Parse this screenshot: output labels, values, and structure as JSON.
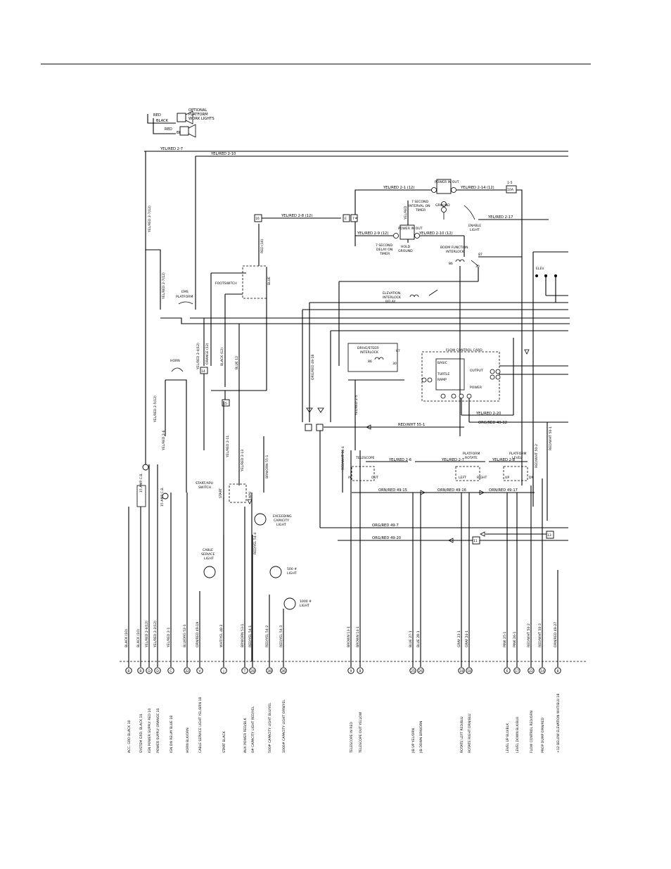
{
  "top_wires": {
    "yel_red_2_7": "YEL/RED 2-7",
    "yel_red_2_10": "YEL/RED 2-10"
  },
  "work_lights": {
    "title_1": "OPTIONAL",
    "title_2": "PLATFORM",
    "title_3": "WORK LIGHTS",
    "red_a": "RED",
    "black_a": "BLACK",
    "red_b": "RED",
    "black_b": "BLACK"
  },
  "timer_block": {
    "wire_2_1": "YEL/RED 2-1 (12)",
    "wire_2_14": "YEL/RED 2-14 (12)",
    "wire_2_8": "YEL/RED 2-8 (12)",
    "wire_2_9": "YEL/RED 2-9 (12)",
    "wire_2_10": "YEL/RED 2-10 (12)",
    "wire_2_11": "YEL/RED",
    "wire_2_17": "YEL/RED 2-17",
    "interval_1": "7 SECOND",
    "interval_2": "INTERVAL ON",
    "interval_3": "TIMER",
    "delay_1": "7 SECOND",
    "delay_2": "DELAY ON",
    "delay_3": "TIMER",
    "power_in_out": "POWER IN OUT",
    "ground": "GROUND",
    "hold": "HOLD",
    "fuse_label": "1-5",
    "fuse_box": "10A",
    "connector_16": "16",
    "connector_e": "E",
    "connector_7": "7",
    "enable_light_1": "ENABLE",
    "enable_light_2": "LIGHT"
  },
  "boom_function": {
    "title_1": "BOOM FUNCTION",
    "title_2": "INTERLOCK",
    "pin_87": "87",
    "pin_86": "86",
    "pin_30": "30",
    "elev": "ELEV"
  },
  "platform": {
    "ems_1": "EMS",
    "ems_2": "PLATFORM",
    "footswitch": "FOOTSWITCH",
    "red_16": "RED (16)",
    "blue": "BLUE",
    "yel_red_2_4": "YEL/RED 2-4(12)",
    "orange_12": "ORANGE (12)",
    "black_12": "BLACK (12)",
    "blue_12": "BLUE 12",
    "yel_red_2_7_12a": "YEL/RED 2-7(12)",
    "yel_red_2_7_12b": "YEL/RED 2-7(12)",
    "yel_red_2_5": "YEL/RED 2-5(12)",
    "yel_red_2_6": "YEL/RED 2-6",
    "horn": "HORN",
    "connector_14": "14",
    "connector_15": "15"
  },
  "elevation_relay": {
    "title_1": "ELEVATION",
    "title_2": "INTERLOCK",
    "title_3": "RELAY",
    "org_red_49_18": "ORG/RED 49-18",
    "yel_red_2_5": "YEL/RED 2-5"
  },
  "drive_steer": {
    "title_1": "DRIVE/STEER",
    "title_2": "INTERLOCK",
    "pin_87": "87",
    "pin_86": "86",
    "pin_30": "30"
  },
  "flow_card": {
    "title": "FLOW CONTROL CARD",
    "basic": "BASIC",
    "tur": "TURTLE",
    "ramp": "RAMP",
    "out": "OUTPUT",
    "power": "POWER",
    "wire_2_20": "YEL/RED 2-20",
    "wire_49_12": "ORG/RED 49-12"
  },
  "function_switches": {
    "telescope": "TELESCOPE",
    "platform_rotate_1": "PLATFORM",
    "platform_rotate_2": "ROTATE",
    "platform_level_1": "PLATFORM",
    "platform_level_2": "LEVEL",
    "wire_2_6": "YEL/RED 2-6",
    "wire_2_7": "YEL/RED 2-7",
    "wire_2_8": "YEL/RED 2-8",
    "org_red_49_15": "ORN/RED 49-15",
    "org_red_49_16": "ORN/RED 49-16",
    "org_red_49_17": "ORN/RED 49-17",
    "red_wht_55_1": "RED/WHT 55-1",
    "red_wht_50_4": "RED/WHT 50-4",
    "red_wht_50_1": "RED/WHT 50-1",
    "red_wht_50_2": "RED/WHT 50-2",
    "org_red_49_7": "ORG/RED 49-7",
    "org_red_49_20": "ORG/RED 49-20",
    "in": "IN",
    "out": "OUT",
    "left": "LEFT",
    "right": "RIGHT",
    "up": "UP",
    "dn": "DN",
    "connector_11": "11",
    "connector_13": "13"
  },
  "lower_left": {
    "breaker_15a_1": "15 AMP C.B.",
    "breaker_15a_2": "15 AMP C.B.",
    "start_apu_1": "START/APU",
    "start_apu_2": "SWITCH",
    "start": "START",
    "apu": "APU",
    "yel_red_2_11": "YEL/RED 2-11",
    "yel_red_2_13": "YEL/RED 2-13",
    "brn_orn_55_1": "BRN/ORN 55-1",
    "exceeding_1": "EXCEEDING",
    "exceeding_2": "CAPACITY",
    "exceeding_3": "LIGHT",
    "red_yel_54_4": "RED/YEL 54-4",
    "cable_1": "CABLE",
    "cable_2": "SERVICE",
    "cable_3": "LIGHT",
    "light_500_1": "500 #",
    "light_500_2": "LIGHT",
    "light_1000_1": "1000 #",
    "light_1000_2": "LIGHT"
  },
  "bottom_wires": [
    "BLACK (10)",
    "BLACK (10)",
    "YEL/RED 2-6(12)",
    "YEL/RED 2-2(12)",
    "YEL/RED 2-1",
    "BLU/ORG 52-1",
    "ORN/RED 49-19",
    "WHT/YEL 48-2",
    "BRN/ORN 53-1",
    "RED/YEL 54-1",
    "RED/YEL 54-2",
    "RED/YEL 54-3",
    "BROWN 13-1",
    "BROWN 14-1",
    "BLUE 27-1",
    "BLUE 28-1",
    "GRAY 23-1",
    "GRAY 24-1",
    "PINK 25-1",
    "PINK 26-1",
    "RED/WHT 50-2",
    "RED/WHT 50-3",
    "ORN/RED 49-27"
  ],
  "terminals": [
    "B",
    "B",
    "D",
    "D",
    "C",
    "32",
    "V",
    "J",
    "T",
    "28",
    "38",
    "36",
    "9",
    "8",
    "25",
    "26",
    "18",
    "18",
    "6",
    "17",
    "22",
    "14",
    "8"
  ],
  "terminal_labels": [
    "ACC. GRD BLACK 10",
    "SYSTEM GRD. BLACK 10",
    "IGN POWER SUPPLY RED 10",
    "POWER SUPPLY ORANGE 10",
    "IGN ON RELAY BLUE 18",
    "HORN BLK/ORN",
    "CABLE SERVICE LIGHT YEL/BRN 18",
    "START BLACK",
    "AUX POWER RED/BLK",
    "0# CAPACITY LIGHT RED/YEL",
    "500# CAPACITY LIGHT BLU/YEL",
    "1000# CAPACITY LIGHT ORN/YEL",
    "TELESCOPE IN RED",
    "TELESCOPE OUT YELLOW",
    "JIB UP YEL/ORN",
    "JIB DOWN BRN/ORN",
    "ROTATE LEFT RED/BLU",
    "ROTATE RIGHT ORN/BLU",
    "LEVEL UP BLU/BLK",
    "LEVEL DOWN BLK/BLU",
    "FLOW CONTROL RED/ORN",
    "PROP DUMP ORN/RED",
    "+12 BELOW ELEVATION WHT/BLU 18"
  ]
}
